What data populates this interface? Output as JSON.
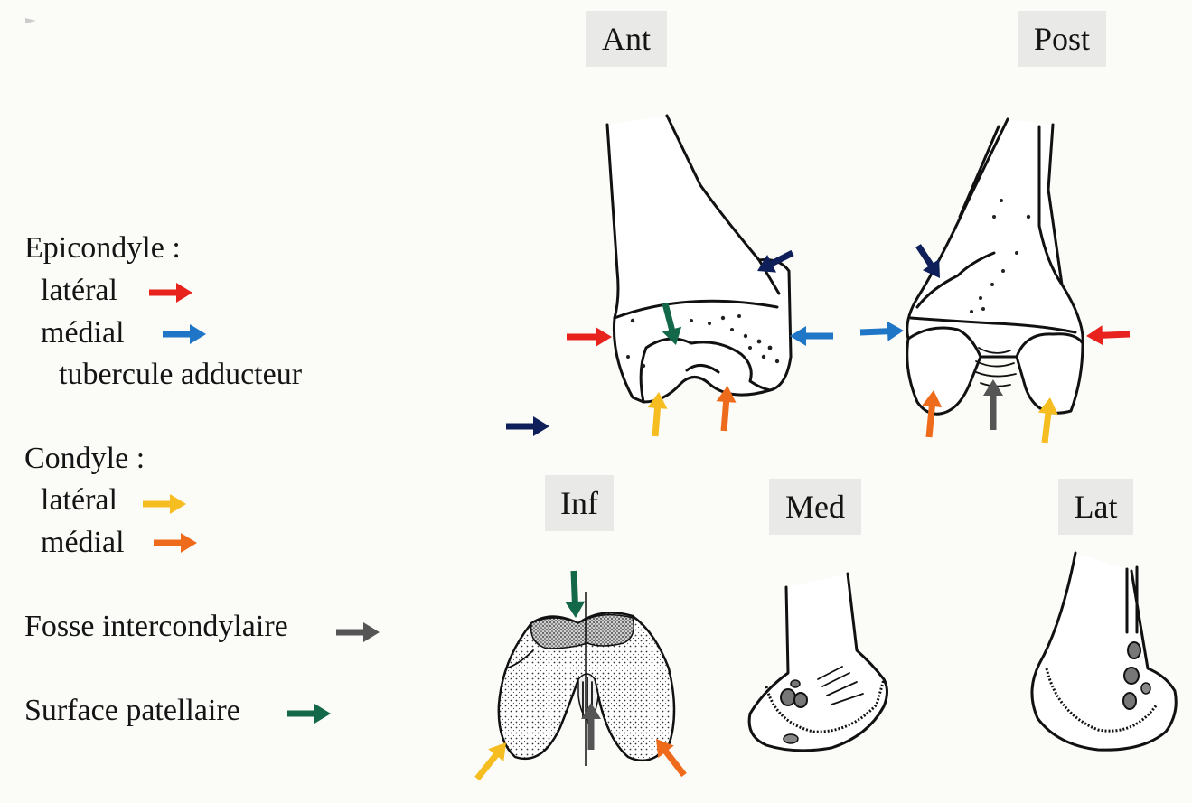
{
  "legend": {
    "epicondyle_title": "Epicondyle :",
    "epicondyle_lateral": "latéral",
    "epicondyle_medial": "médial",
    "adductor_tubercle": "tubercule adducteur",
    "condyle_title": "Condyle :",
    "condyle_lateral": "latéral",
    "condyle_medial": "médial",
    "intercondylar_fossa": "Fosse intercondylaire",
    "patellar_surface": "Surface patellaire"
  },
  "views": {
    "ant": "Ant",
    "post": "Post",
    "inf": "Inf",
    "med": "Med",
    "lat": "Lat"
  },
  "colors": {
    "epicondyle_lateral": "#e8221d",
    "epicondyle_medial": "#1f75c6",
    "adductor_tubercle": "#0f1f5a",
    "condyle_lateral": "#f5bd20",
    "condyle_medial": "#ef6b1c",
    "intercondylar_fossa": "#555555",
    "patellar_surface": "#13684a"
  }
}
